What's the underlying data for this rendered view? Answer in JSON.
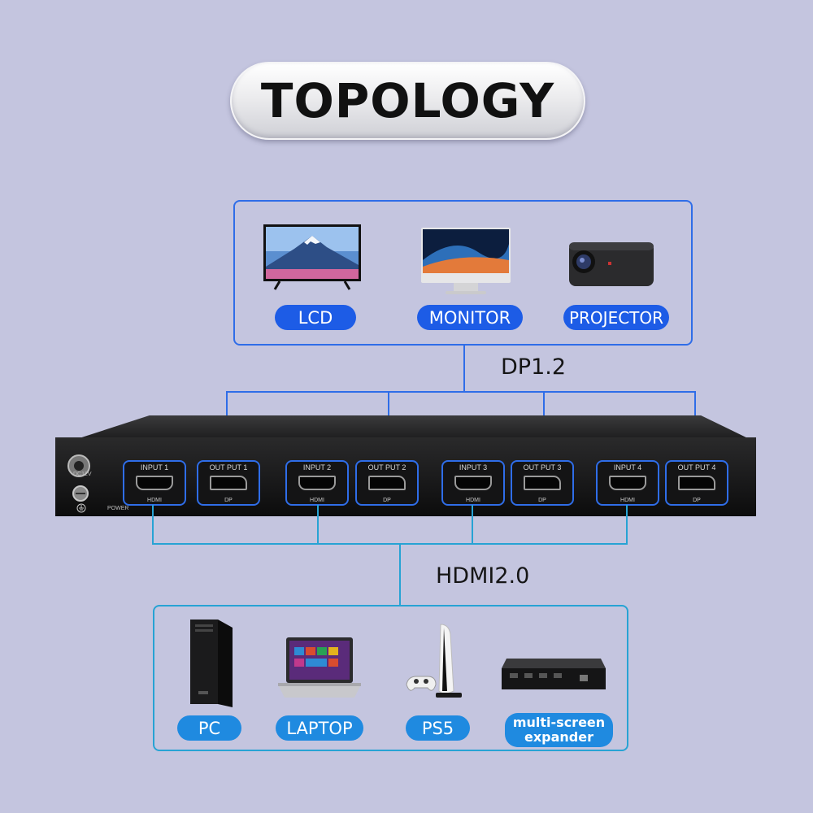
{
  "title": "TOPOLOGY",
  "outputs": {
    "devices": [
      {
        "label": "LCD",
        "icon": "tv-icon"
      },
      {
        "label": "MONITOR",
        "icon": "monitor-icon"
      },
      {
        "label": "PROJECTOR",
        "icon": "projector-icon"
      }
    ],
    "link_label": "DP1.2"
  },
  "inputs": {
    "devices": [
      {
        "label": "PC",
        "icon": "pc-tower-icon"
      },
      {
        "label": "LAPTOP",
        "icon": "laptop-icon"
      },
      {
        "label": "PS5",
        "icon": "ps5-icon"
      },
      {
        "label": "multi-screen",
        "label2": "expander",
        "icon": "expander-icon"
      }
    ],
    "link_label": "HDMI2.0"
  },
  "device_panel": {
    "power_label": "POWER",
    "dc_label": "DC12V",
    "ports": [
      {
        "label": "INPUT 1",
        "sub": "HDMI",
        "type": "hdmi"
      },
      {
        "label": "OUT PUT 1",
        "sub": "DP",
        "type": "dp"
      },
      {
        "label": "INPUT 2",
        "sub": "HDMI",
        "type": "hdmi"
      },
      {
        "label": "OUT PUT 2",
        "sub": "DP",
        "type": "dp"
      },
      {
        "label": "INPUT 3",
        "sub": "HDMI",
        "type": "hdmi"
      },
      {
        "label": "OUT PUT 3",
        "sub": "DP",
        "type": "dp"
      },
      {
        "label": "INPUT 4",
        "sub": "HDMI",
        "type": "hdmi"
      },
      {
        "label": "OUT PUT 4",
        "sub": "DP",
        "type": "dp"
      }
    ]
  },
  "colors": {
    "background": "#c4c5df",
    "accent_blue": "#1d5ce6",
    "line_blue": "#2f6de8",
    "line_cyan": "#27a3d4"
  }
}
